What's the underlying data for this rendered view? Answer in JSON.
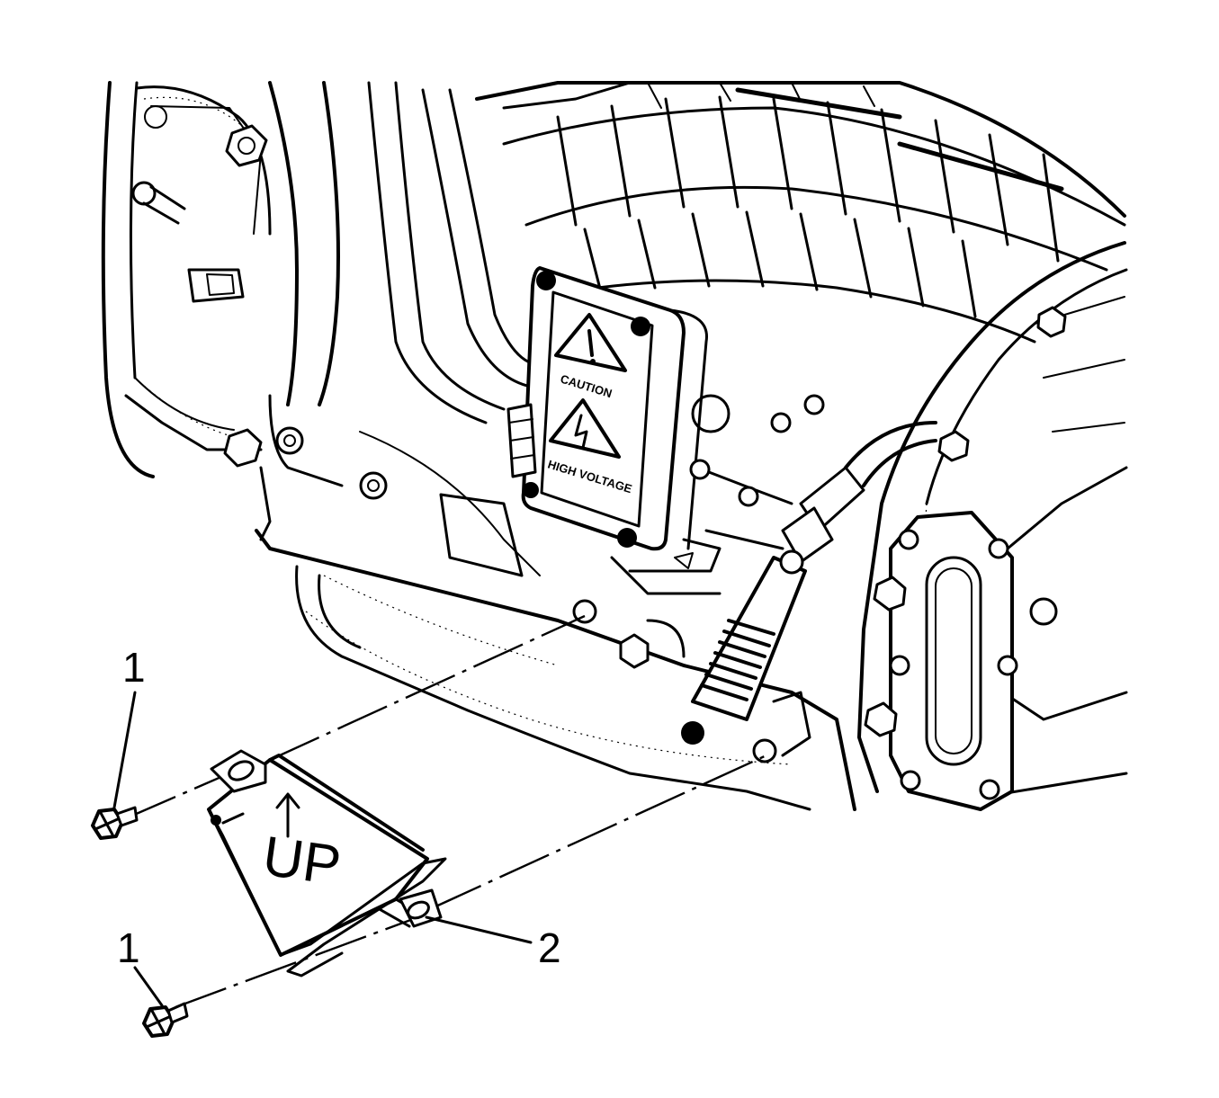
{
  "callouts": [
    {
      "id": "bolt-upper",
      "label": "1",
      "part": "bolt"
    },
    {
      "id": "bolt-lower",
      "label": "1",
      "part": "bolt"
    },
    {
      "id": "bracket",
      "label": "2",
      "part": "bracket"
    }
  ],
  "bracket_marking": "UP",
  "module_labels": [
    "CAUTION",
    "HIGH VOLTAGE"
  ],
  "line_color": "#000000",
  "background_color": "#ffffff"
}
